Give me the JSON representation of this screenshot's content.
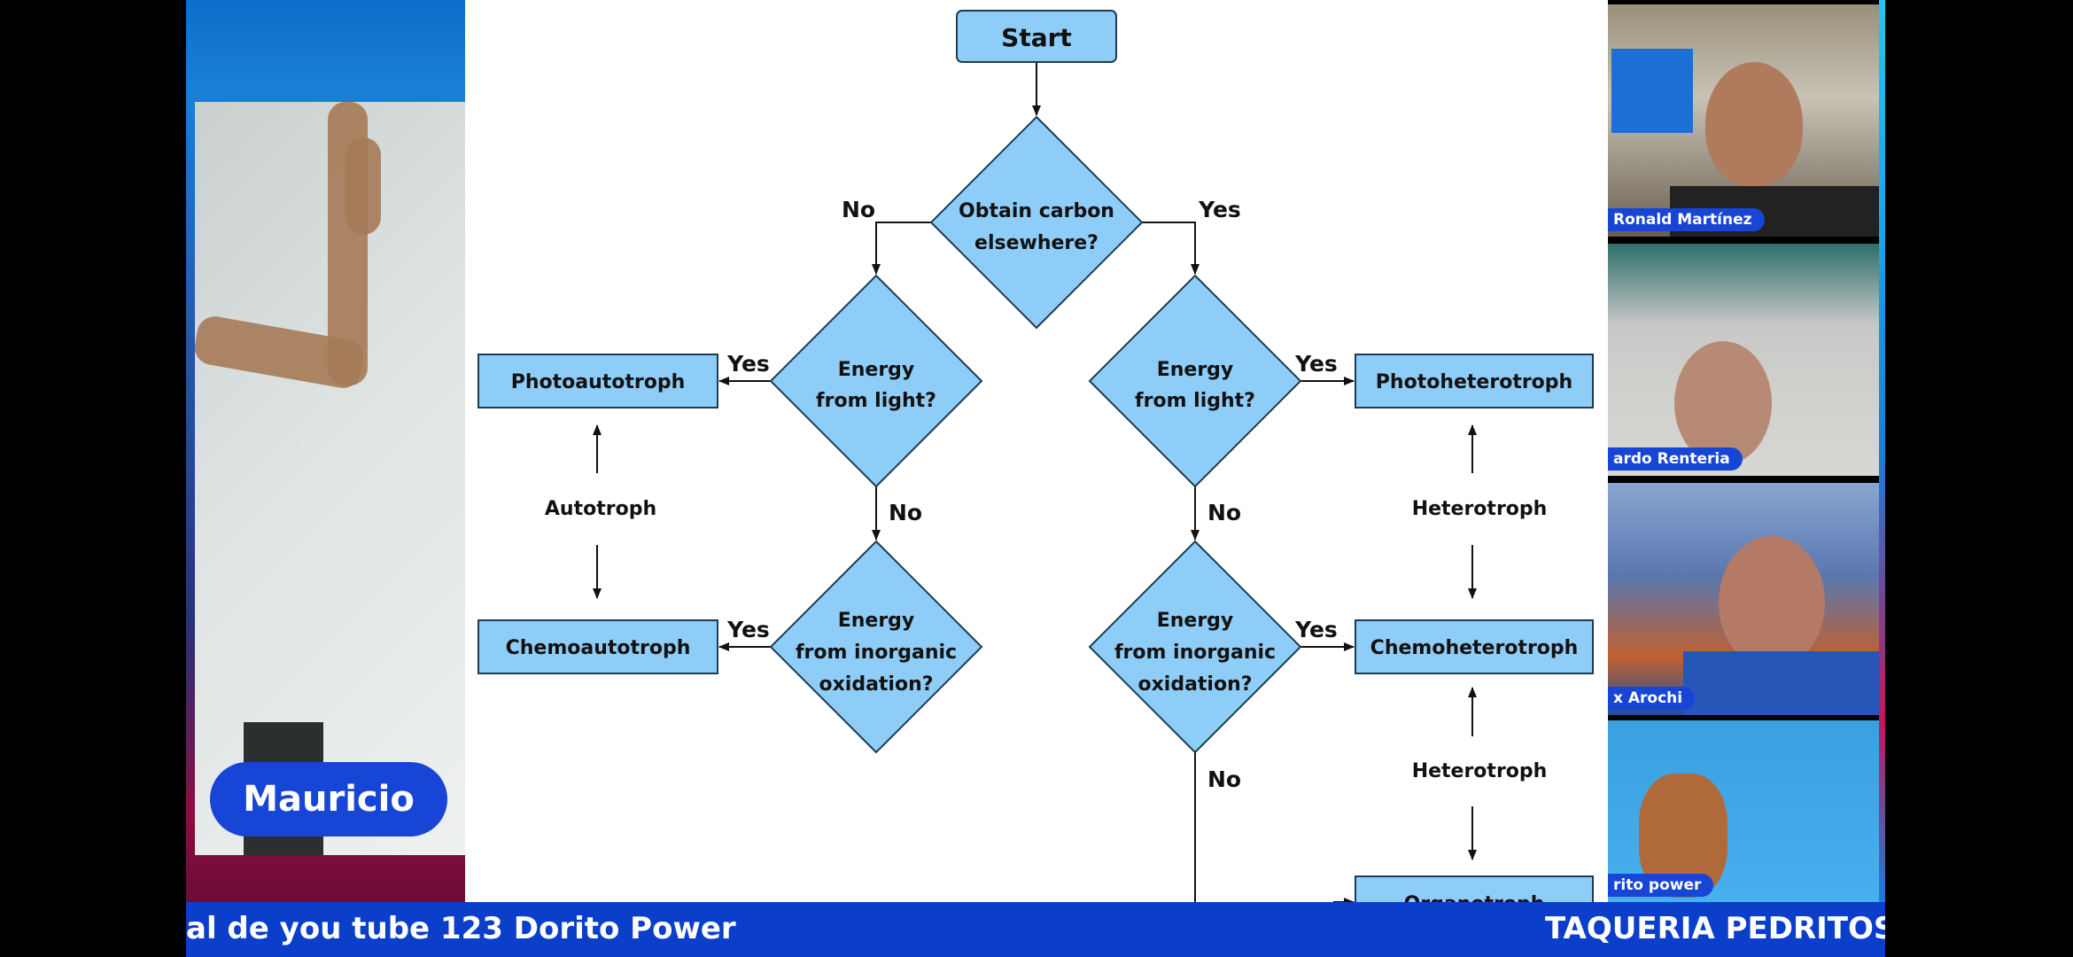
{
  "left_participant": {
    "name": "Mauricio"
  },
  "flowchart": {
    "start": "Start",
    "q_carbon": [
      "Obtain carbon",
      "elsewhere?"
    ],
    "q_light": [
      "Energy",
      "from light?"
    ],
    "q_inorganic": [
      "Energy",
      "from inorganic",
      "oxidation?"
    ],
    "yes": "Yes",
    "no": "No",
    "photoautotroph": "Photoautotroph",
    "chemoautotroph": "Chemoautotroph",
    "photoheterotroph": "Photoheterotroph",
    "chemoheterotroph": "Chemoheterotroph",
    "organotroph": "Organotroph",
    "autotroph": "Autotroph",
    "heterotroph": "Heterotroph",
    "fill_color": "#8ecdf7",
    "stroke_color": "#1d3b52"
  },
  "participants": [
    {
      "name": "Ronald Martínez"
    },
    {
      "name": "ardo Renteria"
    },
    {
      "name": "x Arochi"
    },
    {
      "name": "rito power"
    }
  ],
  "banner": {
    "left_text": "al de you tube 123 Dorito Power",
    "right_text": "TAQUERIA PEDRITOS",
    "color": "#0b3fc9"
  }
}
